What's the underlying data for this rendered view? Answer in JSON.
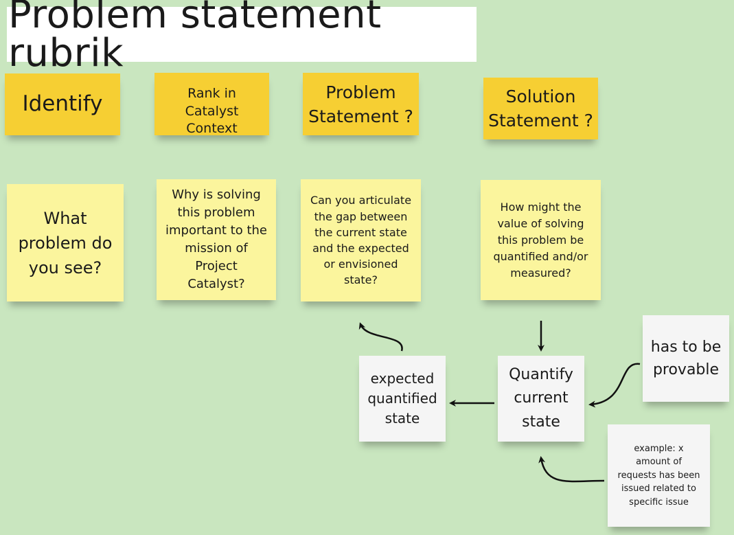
{
  "title": "Problem statement rubrik",
  "columns": [
    {
      "header": "Identify",
      "question": "What problem do you see?"
    },
    {
      "header": "Rank in Catalyst Context",
      "question": "Why is solving this problem important to the mission of Project Catalyst?"
    },
    {
      "header": "Problem Statement ?",
      "question": "Can you articulate the gap between the current state and the expected or envisioned state?"
    },
    {
      "header": "Solution Statement ?",
      "question": "How might the value of solving this problem be quantified and/or measured?"
    }
  ],
  "flow": {
    "quantify": "Quantify current state",
    "expected": "expected quantified state",
    "provable": "has to be provable",
    "example": "example: x amount of requests has been issued related to specific issue"
  },
  "colors": {
    "background": "#c9e6bf",
    "header_note": "#f6cf33",
    "question_note": "#fbf59d",
    "white_note": "#f5f5f5"
  }
}
